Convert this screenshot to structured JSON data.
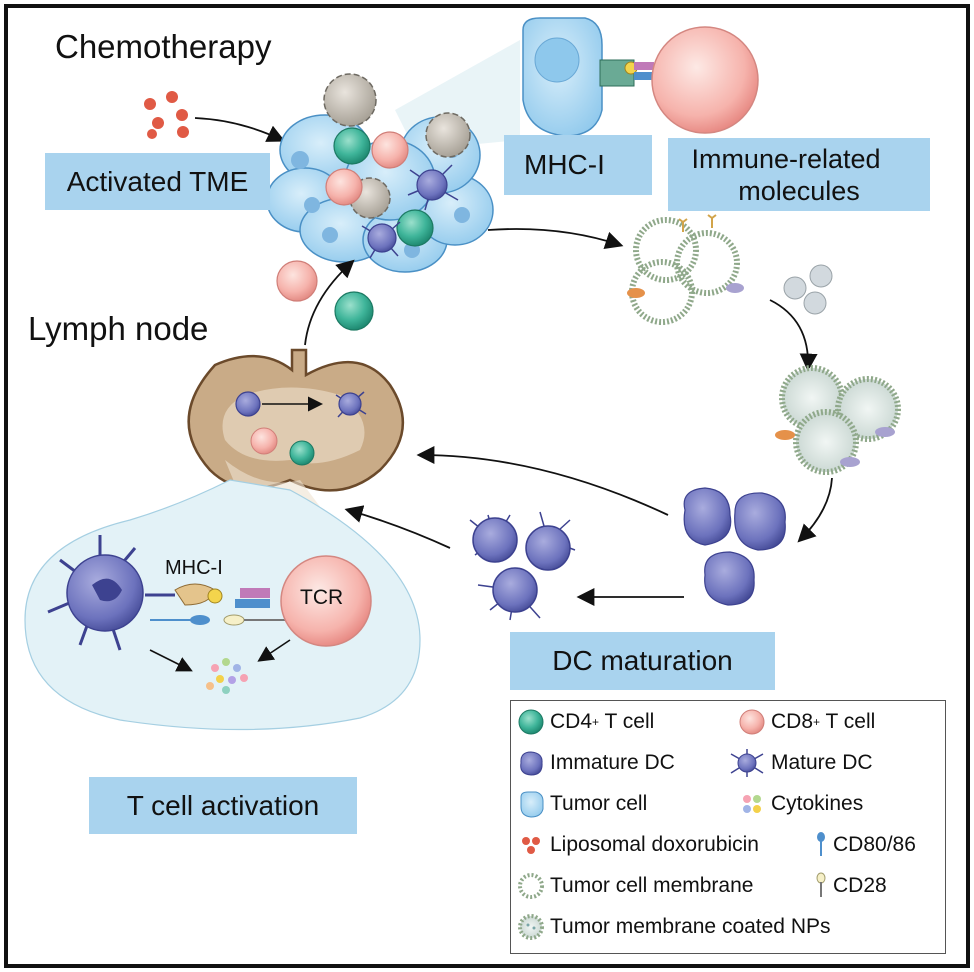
{
  "title_chemo": "Chemotherapy",
  "title_lymph": "Lymph node",
  "box_activated_tme": "Activated TME",
  "box_mhc": "MHC-I",
  "box_immune_line1": "Immune-related",
  "box_immune_line2": "molecules",
  "box_dc_maturation": "DC maturation",
  "box_t_activation": "T cell activation",
  "label_mhc_i": "MHC-I",
  "label_tcr": "TCR",
  "legend": {
    "cd4_base": "CD4",
    "cd4_sup": "+",
    "cd4_tail": " T cell",
    "cd8_base": "CD8",
    "cd8_sup": "+",
    "cd8_tail": " T cell",
    "immature_dc": "Immature DC",
    "mature_dc": "Mature DC",
    "tumor_cell": "Tumor cell",
    "cytokines": "Cytokines",
    "liposomal": "Liposomal doxorubicin",
    "cd80": "CD80/86",
    "tumor_membrane": "Tumor cell membrane",
    "cd28": "CD28",
    "coated_nps": "Tumor membrane coated NPs"
  },
  "colors": {
    "box_fill": "#a9d3ee",
    "cd4_green": "#3fb59a",
    "cd8_pink": "#f6b3ac",
    "dc_purple": "#6c72bd",
    "tumor_blue": "#8ec8ec",
    "lymph_tan": "#c9ab87",
    "arrow_red": "#c0262b"
  }
}
